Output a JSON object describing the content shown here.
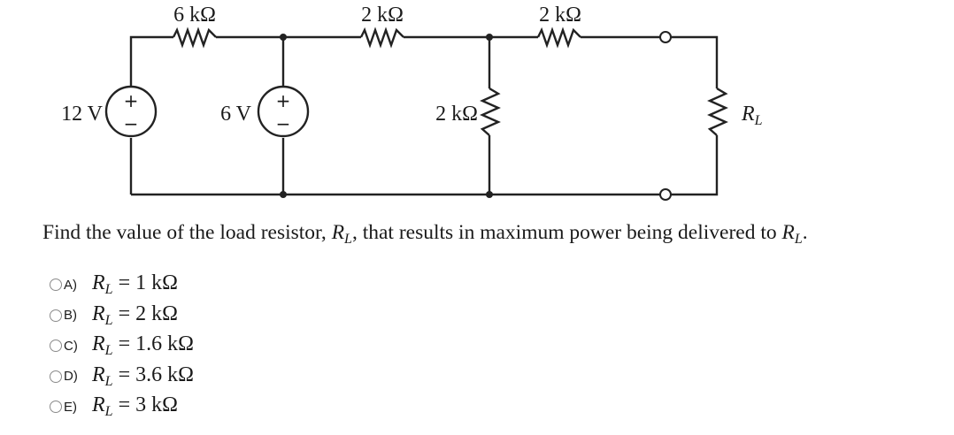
{
  "circuit": {
    "sources": [
      {
        "id": "V1",
        "label": "12 V",
        "plus": "+",
        "minus": "−"
      },
      {
        "id": "V2",
        "label": "6 V",
        "plus": "+",
        "minus": "−"
      }
    ],
    "resistors": {
      "r_top_1": "6 kΩ",
      "r_top_2": "2 kΩ",
      "r_top_3": "2 kΩ",
      "r_shunt": "2 kΩ",
      "r_load_symbol": "R",
      "r_load_sub": "L"
    }
  },
  "question": {
    "prefix": "Find the value of the load resistor, ",
    "symbol": "R",
    "sub": "L",
    "middle": ", that results in maximum power being delivered to ",
    "end": "."
  },
  "options": [
    {
      "letter": "A)",
      "symbol": "R",
      "sub": "L",
      "value": " = 1 kΩ",
      "selected": false
    },
    {
      "letter": "B)",
      "symbol": "R",
      "sub": "L",
      "value": " = 2 kΩ",
      "selected": false
    },
    {
      "letter": "C)",
      "symbol": "R",
      "sub": "L",
      "value": " = 1.6 kΩ",
      "selected": false
    },
    {
      "letter": "D)",
      "symbol": "R",
      "sub": "L",
      "value": " = 3.6 kΩ",
      "selected": false
    },
    {
      "letter": "E)",
      "symbol": "R",
      "sub": "L",
      "value": " = 3 kΩ",
      "selected": false
    }
  ]
}
